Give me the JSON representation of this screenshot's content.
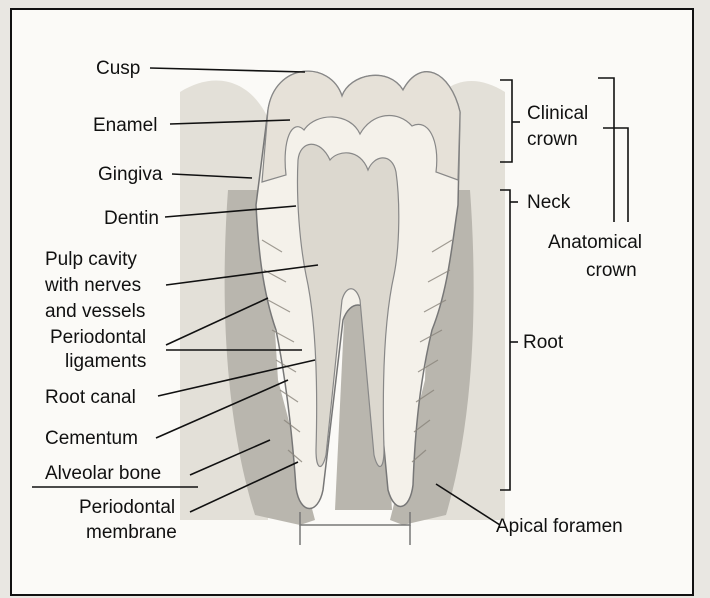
{
  "labels": {
    "cusp": "Cusp",
    "enamel": "Enamel",
    "gingiva": "Gingiva",
    "dentin": "Dentin",
    "pulp_1": "Pulp cavity",
    "pulp_2": "with nerves",
    "pulp_3": "and vessels",
    "pdl_1": "Periodontal",
    "pdl_2": "ligaments",
    "root_canal": "Root canal",
    "cementum": "Cementum",
    "alveolar_bone": "Alveolar bone",
    "pdm_1": "Periodontal",
    "pdm_2": "membrane",
    "clinical_1": "Clinical",
    "clinical_2": "crown",
    "neck": "Neck",
    "anatomical_1": "Anatomical",
    "anatomical_2": "crown",
    "root": "Root",
    "apical": "Apical foramen"
  },
  "colors": {
    "enamel": "#e6e1d8",
    "dentin": "#f4f1ea",
    "pulp": "#dcd8cf",
    "bone": "#b9b6ae",
    "gum": "#d6d2c8",
    "ink": "#111111"
  }
}
